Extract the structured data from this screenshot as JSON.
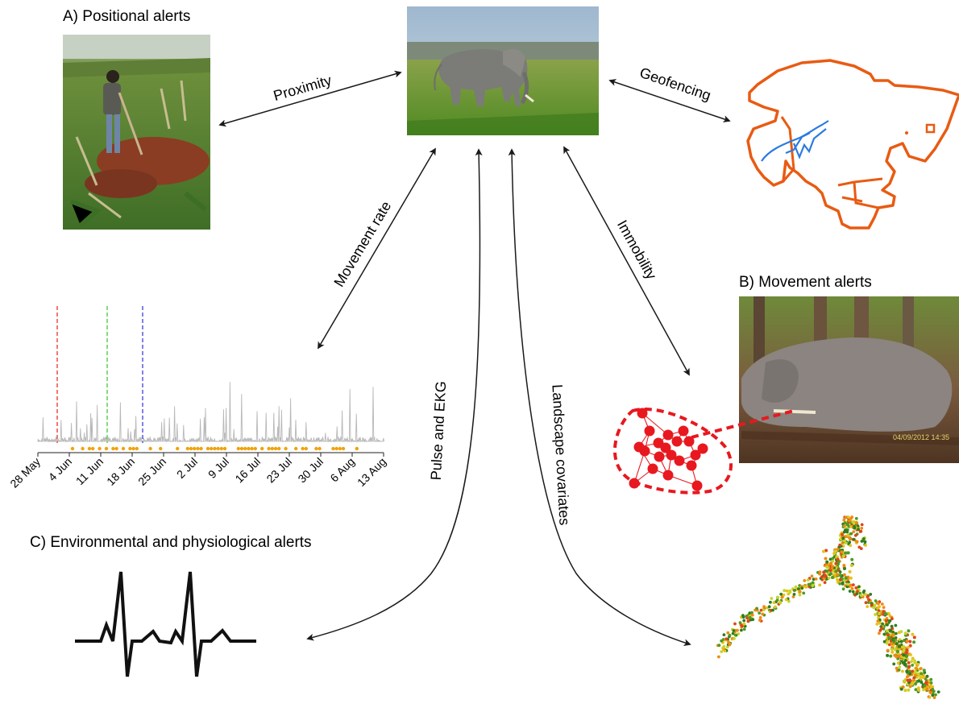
{
  "panels": {
    "a_title": "A) Positional alerts",
    "b_title": "B) Movement alerts",
    "c_title": "C) Environmental and physiological alerts"
  },
  "arrows": {
    "proximity": "Proximity",
    "geofencing": "Geofencing",
    "movement_rate": "Movement rate",
    "immobility": "Immobility",
    "pulse_ekg": "Pulse and EKG",
    "landscape": "Landscape covariates"
  },
  "timeseries": {
    "dates": [
      "28 May",
      "4 Jun",
      "11 Jun",
      "18 Jun",
      "25 Jun",
      "2 Jul",
      "9 Jul",
      "16 Jul",
      "23 Jul",
      "30 Jul",
      "6 Aug",
      "13 Aug"
    ],
    "vlines": [
      {
        "date": "2 Jun",
        "color": "#e8312a"
      },
      {
        "date": "13 Jun",
        "color": "#3fc93a"
      },
      {
        "date": "20 Jun",
        "color": "#3b3fd6"
      }
    ],
    "line_color": "#b8b8b8",
    "dot_color": "#f0a30a"
  },
  "photo_stamp": "04/09/2012 14:35",
  "colors": {
    "geofence": "#e85b12",
    "track": "#2a7be0",
    "network": "#e8181f",
    "arrow": "#1a1a1a"
  },
  "icons": [
    "elephant-photo",
    "farmer-photo",
    "fallen-elephant-photo",
    "ekg-trace",
    "network-graph",
    "landscape-map"
  ]
}
